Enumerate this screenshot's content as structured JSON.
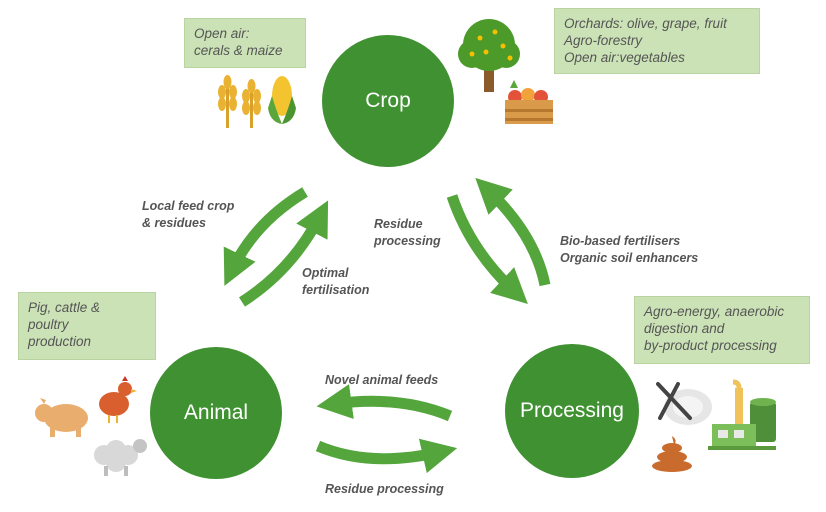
{
  "nodes": {
    "crop": "Crop",
    "animal": "Animal",
    "processing": "Processing"
  },
  "boxes": {
    "open_air": [
      "Open air:",
      "cerals & maize"
    ],
    "orchards": [
      "Orchards:  olive, grape, fruit",
      "Agro-forestry",
      "Open air:vegetables"
    ],
    "livestock": [
      "Pig, cattle &",
      "poultry",
      "production"
    ],
    "agro_energy": [
      "Agro-energy, anaerobic",
      "digestion and",
      "by-product processing"
    ]
  },
  "flows": {
    "local_feed": [
      "Local feed crop",
      "& residues"
    ],
    "optimal_fert": [
      "Optimal",
      "fertilisation"
    ],
    "residue_proc_crop": [
      "Residue",
      "processing"
    ],
    "bio_fert": [
      "Bio-based fertilisers",
      "Organic soil enhancers"
    ],
    "novel_feeds": "Novel animal feeds",
    "residue_proc_animal": "Residue processing"
  },
  "colors": {
    "node_green": "#3f9131",
    "box_fill": "#cbe2b6",
    "arrow_green": "#53a53c",
    "text_gray": "#555555"
  }
}
